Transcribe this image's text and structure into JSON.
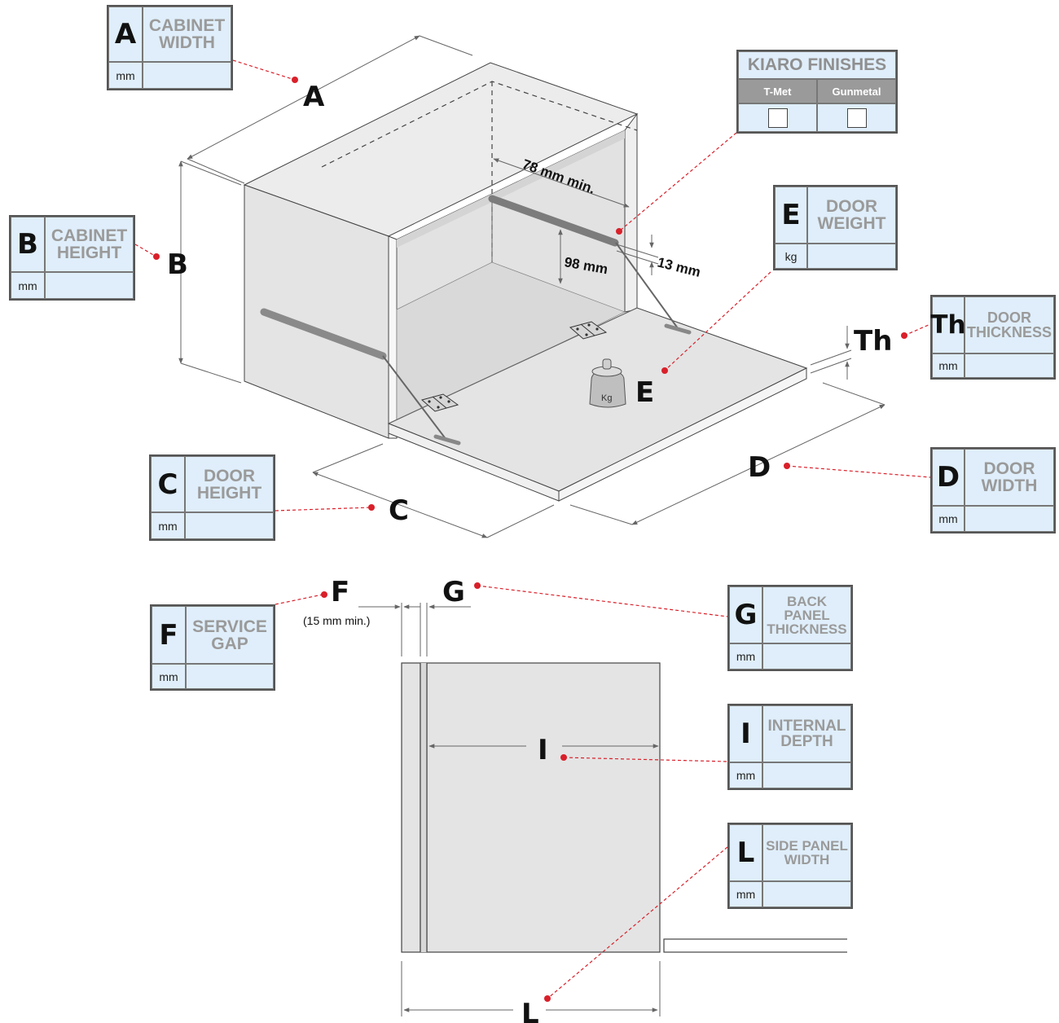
{
  "boxes": {
    "A": {
      "letter": "A",
      "label": "CABINET\nWIDTH",
      "unit": "mm"
    },
    "B": {
      "letter": "B",
      "label": "CABINET\nHEIGHT",
      "unit": "mm"
    },
    "C": {
      "letter": "C",
      "label": "DOOR\nHEIGHT",
      "unit": "mm"
    },
    "D": {
      "letter": "D",
      "label": "DOOR\nWIDTH",
      "unit": "mm"
    },
    "E": {
      "letter": "E",
      "label": "DOOR\nWEIGHT",
      "unit": "kg"
    },
    "Th": {
      "letter": "Th",
      "label": "DOOR\nTHICKNESS",
      "unit": "mm"
    },
    "F": {
      "letter": "F",
      "label": "SERVICE\nGAP",
      "unit": "mm"
    },
    "G": {
      "letter": "G",
      "label": "BACK PANEL\nTHICKNESS",
      "unit": "mm"
    },
    "I": {
      "letter": "I",
      "label": "INTERNAL\nDEPTH",
      "unit": "mm"
    },
    "L": {
      "letter": "L",
      "label": "SIDE PANEL\nWIDTH",
      "unit": "mm"
    }
  },
  "finishes": {
    "title": "KIARO FINISHES",
    "options": [
      "T-Met",
      "Gunmetal"
    ]
  },
  "diagram": {
    "letters": {
      "A": "A",
      "B": "B",
      "C": "C",
      "D": "D",
      "E": "E",
      "Th": "Th",
      "F": "F",
      "G": "G",
      "I": "I",
      "L": "L"
    },
    "dims": {
      "min78": "78 mm min.",
      "d98": "98 mm",
      "d13": "13 mm",
      "gap15": "(15 mm min.)"
    },
    "weight_label": "Kg"
  },
  "colors": {
    "box_fill": "#dfeefa",
    "leader": "#d9202a",
    "panel": "#e4e4e4",
    "label_grey": "#9a9a9a"
  }
}
